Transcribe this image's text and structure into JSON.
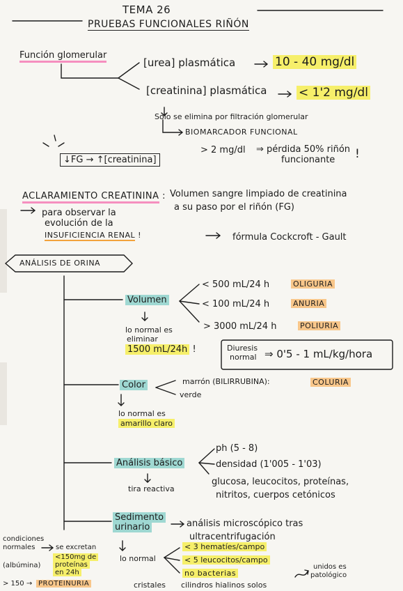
{
  "title": {
    "line1": "TEMA 26",
    "line2": "PRUEBAS FUNCIONALES RIÑÓN"
  },
  "glomerular": {
    "label": "Función glomerular",
    "urea": "[urea] plasmática",
    "urea_value": "10 - 40 mg/dl",
    "creat": "[creatinina] plasmática",
    "creat_value": "< 1'2 mg/dl",
    "note1": "Solo se elimina por filtración glomerular",
    "note2": "BIOMARCADOR FUNCIONAL",
    "note3": "> 2 mg/dl",
    "note4": "pérdida 50% riñón",
    "note5": "funcionante",
    "warn": "!",
    "fg_box": "↓FG → ↑[creatinina]"
  },
  "aclaramiento": {
    "label": "ACLARAMIENTO CREATININA",
    "def1": "Volumen sangre limpiado de creatinina",
    "def2": "a su paso por el riñón (FG)",
    "obs1": "para observar la",
    "obs2": "evolución de la",
    "obs3": "INSUFICIENCIA RENAL",
    "obs3_mark": "!",
    "formula": "fórmula Cockcroft - Gault"
  },
  "orina": {
    "label": "ANÁLISIS DE ORINA",
    "volumen": {
      "label": "Volumen",
      "r1": "< 500 mL/24 h",
      "r1_tag": "OLIGURIA",
      "r2": "< 100 mL/24 h",
      "r2_tag": "ANURIA",
      "r3": "> 3000 mL/24 h",
      "r3_tag": "POLIURIA",
      "normal1": "lo normal es",
      "normal2": "eliminar",
      "normal3": "1500 mL/24h",
      "normal3_mark": "!",
      "diuresis1": "Diuresis",
      "diuresis2": "normal",
      "diuresis_value": "0'5 - 1 mL/kg/hora"
    },
    "color": {
      "label": "Color",
      "c1": "marrón (BILIRRUBINA):",
      "c1_tag": "COLURIA",
      "c2": "verde",
      "normal1": "lo normal es",
      "normal2": "amarillo claro"
    },
    "basico": {
      "label": "Análisis básico",
      "sub": "tira reactiva",
      "ph": "ph (5 - 8)",
      "densidad": "densidad (1'005 - 1'03)",
      "list1": "glucosa, leucocitos, proteínas,",
      "list2": "nitritos, cuerpos cetónicos"
    },
    "sedimento": {
      "label1": "Sedimento",
      "label2": "urinario",
      "desc1": "análisis microscópico tras",
      "desc2": "ultracentrifugación",
      "normal": "lo normal",
      "n1": "< 3 hematíes/campo",
      "n2": "< 5 leucocitos/campo",
      "n3": "no bacterias",
      "n4": "cilindros hialinos solos",
      "cristales": "cristales",
      "side1": "unidos es",
      "side2": "patológico"
    },
    "left": {
      "cond1": "condiciones",
      "cond2": "normales",
      "excr1": "se excretan",
      "excr2": "<150mg de",
      "excr3": "proteínas",
      "excr4": "en 24h",
      "alb": "(albúmina)",
      "prot_pre": "> 150 →",
      "prot": "PROTEINURIA"
    }
  }
}
